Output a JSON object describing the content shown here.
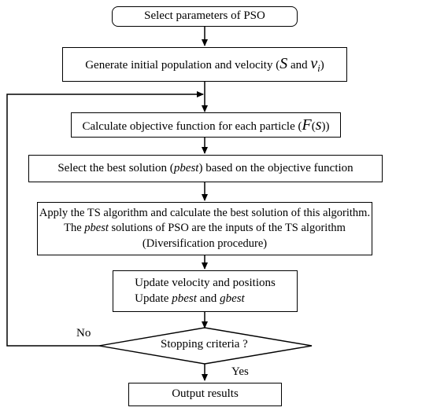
{
  "nodes": {
    "start": {
      "text": "Select parameters of PSO"
    },
    "generate": {
      "prefix": "Generate initial population and velocity (",
      "s": "S",
      "and": " and ",
      "v": "v",
      "sub": "i",
      "suffix": ")"
    },
    "objective": {
      "prefix": "Calculate objective function for each particle (",
      "f": "F",
      "open": "(",
      "s": "s",
      "close": "))"
    },
    "pbest": {
      "prefix": "Select the best solution (",
      "var": "pbest",
      "suffix": ") based on the objective function"
    },
    "ts": {
      "line1": "Apply the TS algorithm and calculate the best solution of this algorithm.",
      "line2_pre": "The ",
      "line2_var": "pbest",
      "line2_post": " solutions of PSO are the inputs of the TS algorithm",
      "line3": "(Diversification procedure)"
    },
    "update": {
      "line1": "Update velocity and positions",
      "line2_pre": "Update ",
      "line2_var1": "pbest",
      "line2_mid": " and ",
      "line2_var2": "gbest"
    },
    "decision": {
      "text": "Stopping criteria ?"
    },
    "output": {
      "text": "Output results"
    }
  },
  "edge_labels": {
    "no": "No",
    "yes": "Yes"
  }
}
